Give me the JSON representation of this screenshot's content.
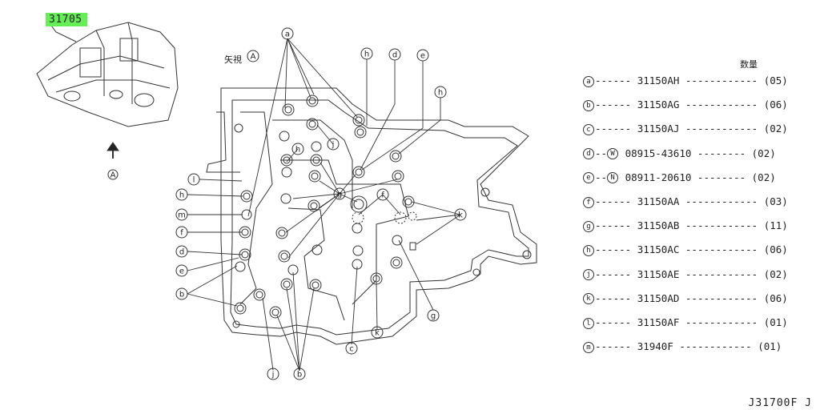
{
  "header": {
    "part_number": "31705",
    "view_label": "矢視",
    "view_letter": "A",
    "qty_header": "数量",
    "arrow_letter": "A"
  },
  "legend": [
    {
      "key": "a",
      "prefix": "",
      "part": "31150AH",
      "qty": "(05)"
    },
    {
      "key": "b",
      "prefix": "",
      "part": "31150AG",
      "qty": "(06)"
    },
    {
      "key": "c",
      "prefix": "",
      "part": "31150AJ",
      "qty": "(02)"
    },
    {
      "key": "d",
      "prefix": "W",
      "part": "08915-43610",
      "qty": "(02)"
    },
    {
      "key": "e",
      "prefix": "N",
      "part": "08911-20610",
      "qty": "(02)"
    },
    {
      "key": "f",
      "prefix": "",
      "part": "31150AA",
      "qty": "(03)"
    },
    {
      "key": "g",
      "prefix": "",
      "part": "31150AB",
      "qty": "(11)"
    },
    {
      "key": "h",
      "prefix": "",
      "part": "31150AC",
      "qty": "(06)"
    },
    {
      "key": "j",
      "prefix": "",
      "part": "31150AE",
      "qty": "(02)"
    },
    {
      "key": "k",
      "prefix": "",
      "part": "31150AD",
      "qty": "(06)"
    },
    {
      "key": "l",
      "prefix": "",
      "part": "31150AF",
      "qty": "(01)"
    },
    {
      "key": "m",
      "prefix": "",
      "part": "31940F",
      "qty": "(01)"
    }
  ],
  "callouts": {
    "top": [
      "a",
      "h",
      "d",
      "e",
      "h"
    ],
    "left": [
      "l",
      "h",
      "m",
      "f",
      "d",
      "e",
      "b"
    ],
    "right": [
      "k",
      "g"
    ],
    "center": [
      "h",
      "j",
      "g",
      "f"
    ],
    "bottom": [
      "j",
      "b",
      "c",
      "k"
    ]
  },
  "drawing_code": "J31700F J"
}
